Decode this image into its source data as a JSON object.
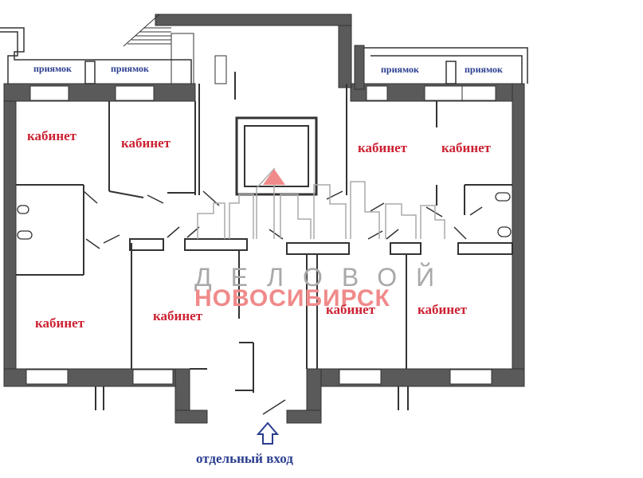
{
  "plan": {
    "rooms": [
      {
        "id": "r1",
        "label": "кабинет"
      },
      {
        "id": "r2",
        "label": "кабинет"
      },
      {
        "id": "r3",
        "label": "кабинет"
      },
      {
        "id": "r4",
        "label": "кабинет"
      },
      {
        "id": "r5",
        "label": "кабинет"
      },
      {
        "id": "r6",
        "label": "кабинет"
      },
      {
        "id": "r7",
        "label": "кабинет"
      },
      {
        "id": "r8",
        "label": "кабинет"
      }
    ],
    "pits": [
      {
        "id": "p1",
        "label": "приямок"
      },
      {
        "id": "p2",
        "label": "приямок"
      },
      {
        "id": "p3",
        "label": "приямок"
      },
      {
        "id": "p4",
        "label": "приямок"
      }
    ],
    "entrance": {
      "label": "отдельный вход"
    }
  },
  "watermark": {
    "line1": "ДЕЛОВОЙ",
    "line2": "НОВОСИБИРСК"
  },
  "colors": {
    "wall": "#555555",
    "room_label": "#cc2233",
    "pit_label": "#2a3d8f",
    "watermark_red": "#f08a8a",
    "watermark_gray": "#a9a9a9"
  }
}
